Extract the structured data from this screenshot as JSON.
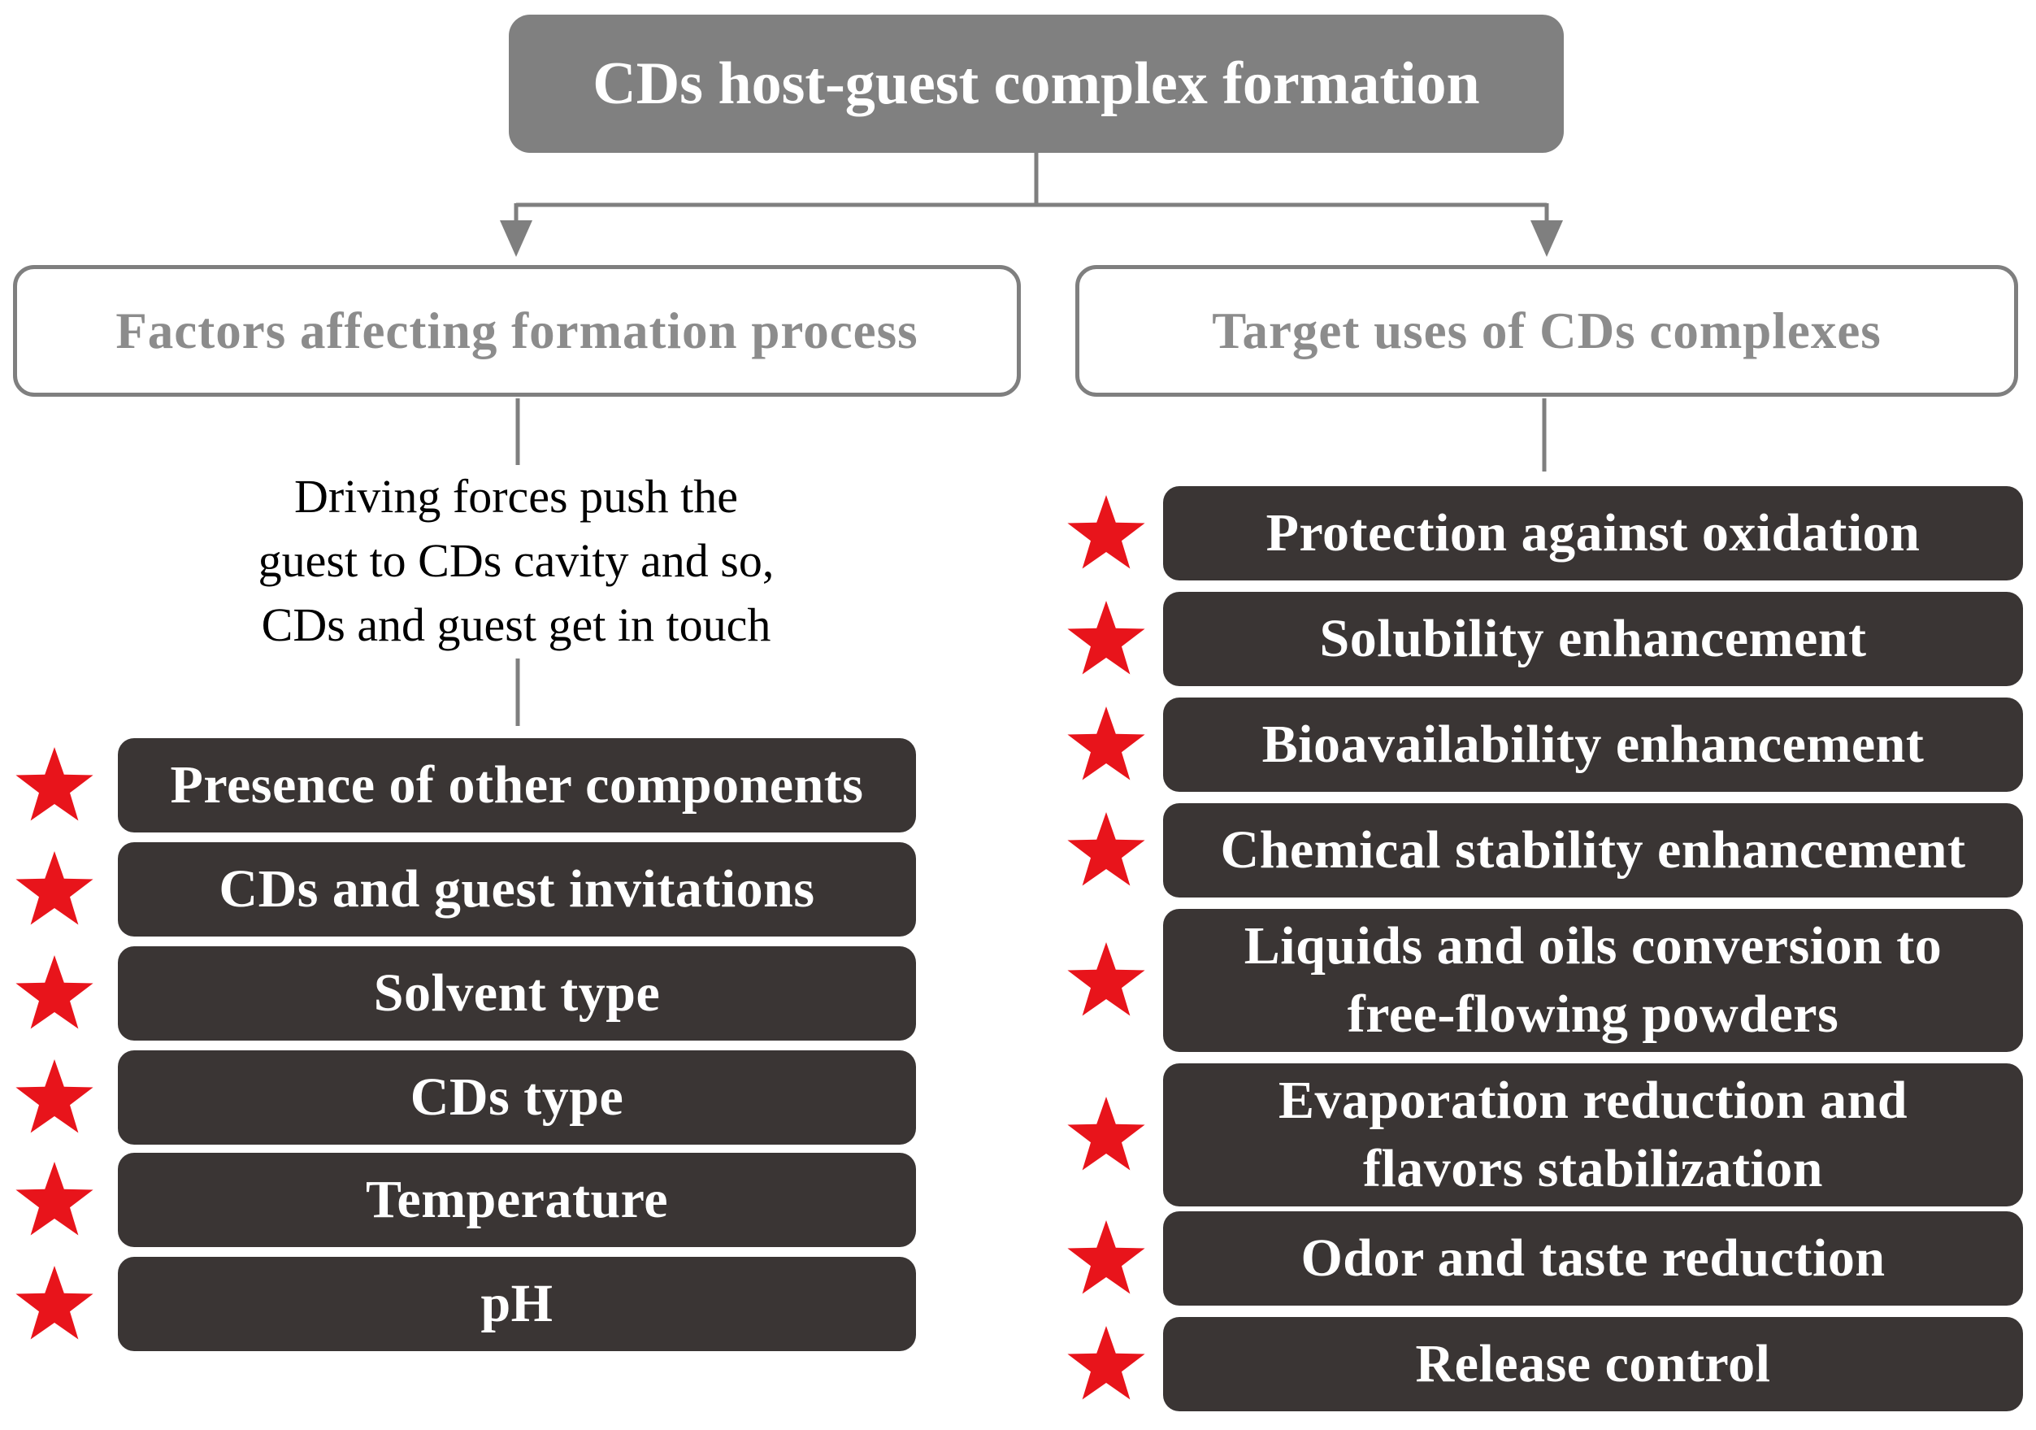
{
  "root": {
    "title": "CDs host-guest complex formation"
  },
  "left": {
    "title": "Factors affecting formation process",
    "note": "Driving forces push the\nguest to CDs cavity and so,\nCDs and guest get in touch",
    "items": [
      "Presence of other components",
      "CDs and guest invitations",
      "Solvent type",
      "CDs type",
      "Temperature",
      "pH"
    ]
  },
  "right": {
    "title": "Target uses of CDs complexes",
    "items": [
      "Protection against oxidation",
      "Solubility enhancement",
      "Bioavailability enhancement",
      "Chemical stability enhancement",
      "Liquids and oils conversion to\nfree-flowing powders",
      "Evaporation reduction and\nflavors stabilization",
      "Odor and taste reduction",
      "Release control"
    ]
  },
  "colors": {
    "root_fill": "#808080",
    "branch_border": "#7f7f7f",
    "item_fill": "#3a3534",
    "star": "#e8141b",
    "connector": "#7f7f7f"
  },
  "icons": {
    "marker": "star-icon"
  }
}
